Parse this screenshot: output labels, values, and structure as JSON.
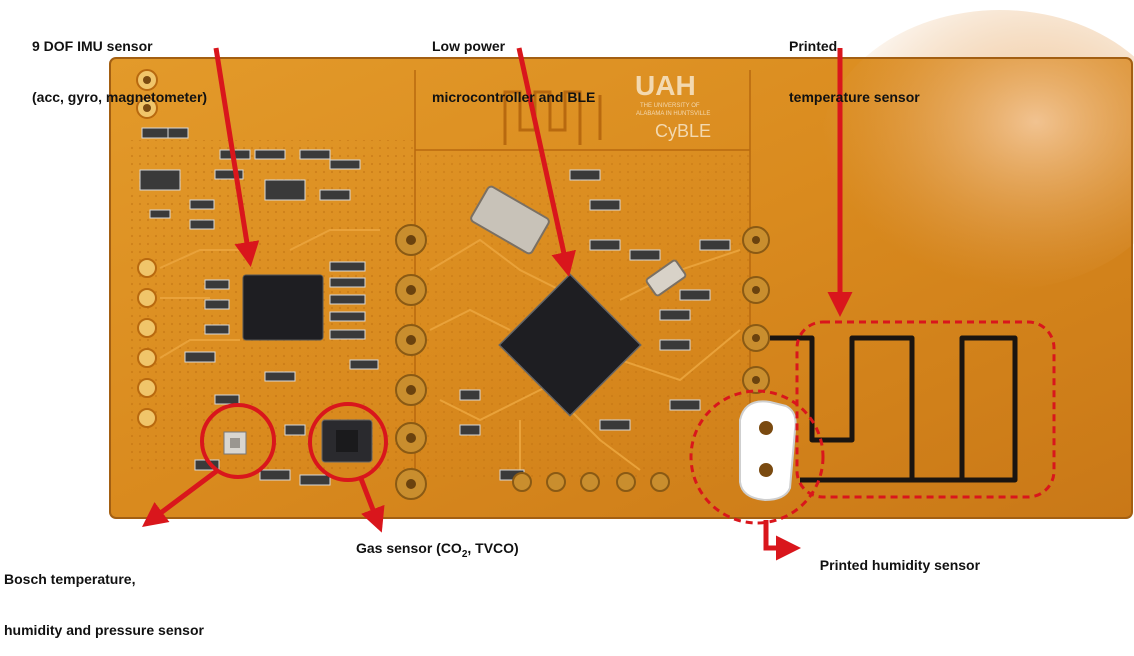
{
  "labels": {
    "imu_line1": "9 DOF IMU sensor",
    "imu_line2": "(acc, gyro, magnetometer)",
    "mcu_line1": "Low power",
    "mcu_line2": "microcontroller and BLE",
    "temp_line1": "Printed",
    "temp_line2": "temperature sensor",
    "bosch_line1": "Bosch temperature,",
    "bosch_line2": "humidity and pressure sensor",
    "gas_main": "Gas sensor (CO",
    "gas_sub": "2",
    "gas_tail": ", TVCO)",
    "humidity": "Printed humidity sensor"
  },
  "board": {
    "logo": "UAH",
    "university_line1": "THE UNIVERSITY OF",
    "university_line2": "ALABAMA IN HUNTSVILLE",
    "product": "CyBLE"
  },
  "colors": {
    "arrow": "#d9161c",
    "board": "#d98a1e",
    "board_dark": "#b8690f",
    "trace": "#e9a23a",
    "chip": "#1e1e22",
    "pad": "#c98e2e",
    "printed_trace": "#1a1410"
  }
}
